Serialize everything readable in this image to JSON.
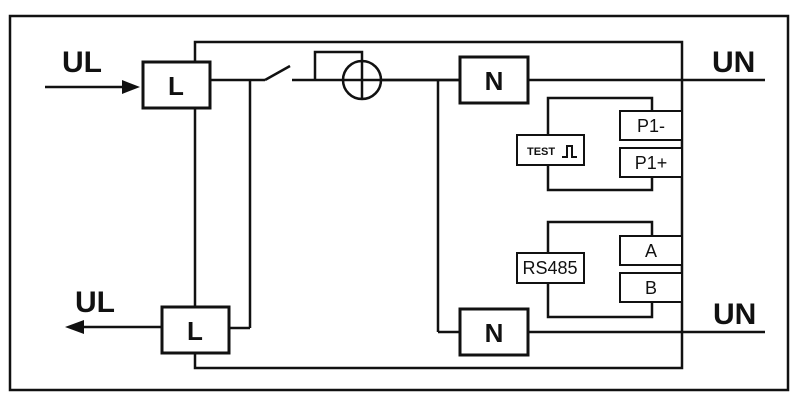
{
  "diagram": {
    "terminals": {
      "ul_in": "UL",
      "ul_out": "UL",
      "un_top": "UN",
      "un_bottom": "UN"
    },
    "boxes": {
      "l_top": "L",
      "l_bottom": "L",
      "n_top": "N",
      "n_bottom": "N",
      "p1_minus": "P1-",
      "p1_plus": "P1+",
      "a": "A",
      "b": "B",
      "rs485": "RS485",
      "test": "TEST"
    }
  }
}
